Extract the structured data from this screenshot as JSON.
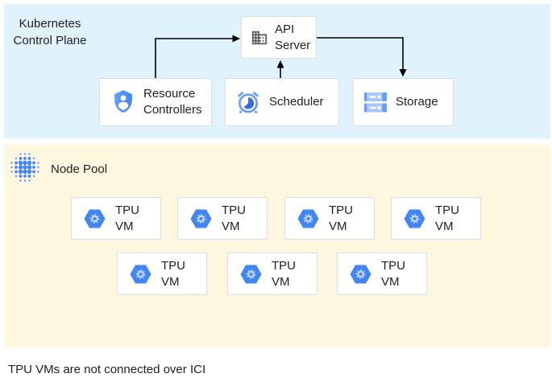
{
  "colors": {
    "control_plane_bg": "#E0F2FC",
    "node_pool_bg": "#FEF7E0",
    "box_border": "#DADCE0",
    "box_bg": "#FFFFFF",
    "text": "#202124",
    "arrow": "#000000",
    "icon_grey": "#616161",
    "google_blue": "#4285F4",
    "mid_blue": "#669DF6",
    "light_blue": "#A8C7FA",
    "pie_blue": "#3B6CD4"
  },
  "control_plane": {
    "label": "Kubernetes Control Plane",
    "nodes": {
      "api_server": {
        "label": "API Server",
        "icon": "building-icon"
      },
      "resource_controllers": {
        "label": "Resource Controllers",
        "icon": "shield-user-icon"
      },
      "scheduler": {
        "label": "Scheduler",
        "icon": "alarm-clock-icon"
      },
      "storage": {
        "label": "Storage",
        "icon": "disk-stack-icon"
      }
    },
    "edges": [
      {
        "from": "resource_controllers",
        "to": "api_server"
      },
      {
        "from": "scheduler",
        "to": "api_server"
      },
      {
        "from": "api_server",
        "to": "storage"
      }
    ]
  },
  "node_pool": {
    "label": "Node Pool",
    "icon": "dot-cluster-icon",
    "vms": [
      {
        "label": "TPU VM"
      },
      {
        "label": "TPU VM"
      },
      {
        "label": "TPU VM"
      },
      {
        "label": "TPU VM"
      },
      {
        "label": "TPU VM"
      },
      {
        "label": "TPU VM"
      },
      {
        "label": "TPU VM"
      }
    ]
  },
  "caption": "TPU VMs are not connected over ICI"
}
